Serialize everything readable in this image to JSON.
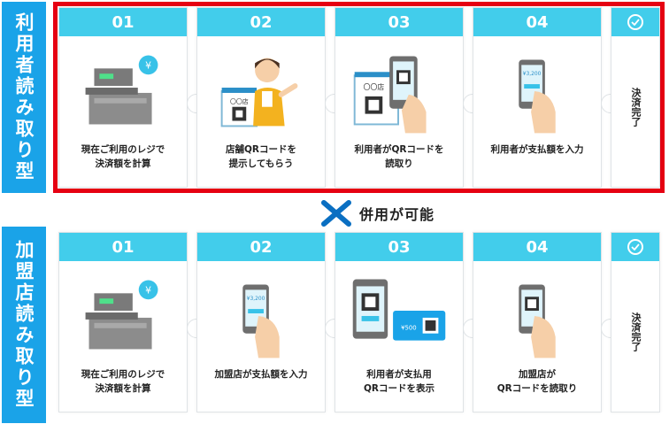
{
  "customer_scan": {
    "label": "利用者読み取り型",
    "steps": [
      {
        "num": "01",
        "caption": "現在ご利用のレジで\n決済額を計算",
        "yen": "¥"
      },
      {
        "num": "02",
        "caption": "店舗QRコードを\n提示してもらう",
        "sign": "〇〇店"
      },
      {
        "num": "03",
        "caption": "利用者がQRコードを\n読取り",
        "sign": "〇〇店"
      },
      {
        "num": "04",
        "caption": "利用者が支払額を入力",
        "amount": "¥3,200"
      }
    ],
    "final": "決済完了"
  },
  "combo_text": "併用が可能",
  "merchant_scan": {
    "label": "加盟店読み取り型",
    "steps": [
      {
        "num": "01",
        "caption": "現在ご利用のレジで\n決済額を計算",
        "yen": "¥"
      },
      {
        "num": "02",
        "caption": "加盟店が支払額を入力",
        "amount": "¥3,200"
      },
      {
        "num": "03",
        "caption": "利用者が支払用\nQRコードを表示",
        "card_amount": "¥500"
      },
      {
        "num": "04",
        "caption": "加盟店が\nQRコードを読取り"
      }
    ],
    "final": "決済完了"
  },
  "colors": {
    "side_label": "#1aa3e8",
    "header": "#42cdeb",
    "frame": "#e60012",
    "cross": "#0a6fc2"
  }
}
